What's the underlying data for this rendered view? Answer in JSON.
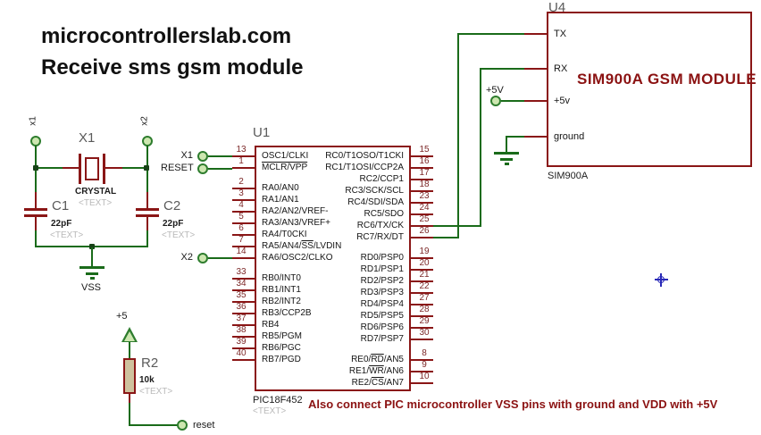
{
  "title": {
    "line1": "microcontrollerslab.com",
    "line2": "Receive sms gsm module"
  },
  "note": "Also connect PIC microcontroller VSS pins with ground and VDD with +5V",
  "colors": {
    "wire_green": "#1a6b1a",
    "component_red": "#8a1616",
    "accent_red": "#8b1212",
    "terminal_fill": "#cde7b0",
    "resistor_fill": "#cfc29e",
    "marker_blue": "#2929b8"
  },
  "u1": {
    "ref": "U1",
    "part": "PIC18F452",
    "placeholder": "<TEXT>",
    "left_pins": [
      {
        "num": "13",
        "name": "OSC1/CLKI"
      },
      {
        "num": "1",
        "name": "{MCLR/VPP}"
      },
      {
        "num": "2",
        "name": "RA0/AN0",
        "gap": true
      },
      {
        "num": "3",
        "name": "RA1/AN1"
      },
      {
        "num": "4",
        "name": "RA2/AN2/VREF-"
      },
      {
        "num": "5",
        "name": "RA3/AN3/VREF+"
      },
      {
        "num": "6",
        "name": "RA4/T0CKI"
      },
      {
        "num": "7",
        "name": "RA5/AN4/{SS}/LVDIN"
      },
      {
        "num": "14",
        "name": "RA6/OSC2/CLKO"
      },
      {
        "num": "33",
        "name": "RB0/INT0",
        "gap": true
      },
      {
        "num": "34",
        "name": "RB1/INT1"
      },
      {
        "num": "35",
        "name": "RB2/INT2"
      },
      {
        "num": "36",
        "name": "RB3/CCP2B"
      },
      {
        "num": "37",
        "name": "RB4"
      },
      {
        "num": "38",
        "name": "RB5/PGM"
      },
      {
        "num": "39",
        "name": "RB6/PGC"
      },
      {
        "num": "40",
        "name": "RB7/PGD"
      }
    ],
    "right_pins": [
      {
        "num": "15",
        "name": "RC0/T1OSO/T1CKI"
      },
      {
        "num": "16",
        "name": "RC1/T1OSI/CCP2A"
      },
      {
        "num": "17",
        "name": "RC2/CCP1"
      },
      {
        "num": "18",
        "name": "RC3/SCK/SCL"
      },
      {
        "num": "23",
        "name": "RC4/SDI/SDA"
      },
      {
        "num": "24",
        "name": "RC5/SDO"
      },
      {
        "num": "25",
        "name": "RC6/TX/CK"
      },
      {
        "num": "26",
        "name": "RC7/RX/DT"
      },
      {
        "num": "19",
        "name": "RD0/PSP0",
        "gap": true
      },
      {
        "num": "20",
        "name": "RD1/PSP1"
      },
      {
        "num": "21",
        "name": "RD2/PSP2"
      },
      {
        "num": "22",
        "name": "RD3/PSP3"
      },
      {
        "num": "27",
        "name": "RD4/PSP4"
      },
      {
        "num": "28",
        "name": "RD5/PSP5"
      },
      {
        "num": "29",
        "name": "RD6/PSP6"
      },
      {
        "num": "30",
        "name": "RD7/PSP7"
      },
      {
        "num": "8",
        "name": "RE0/{RD}/AN5",
        "gap": true
      },
      {
        "num": "9",
        "name": "RE1/{WR}/AN6"
      },
      {
        "num": "10",
        "name": "RE2/{CS}/AN7"
      }
    ]
  },
  "u4": {
    "ref": "U4",
    "name": "SIM900A GSM MODULE",
    "part": "SIM900A",
    "pins": [
      {
        "name": "TX"
      },
      {
        "name": "RX"
      },
      {
        "name": "+5v"
      },
      {
        "name": "ground"
      }
    ]
  },
  "crystal": {
    "ref": "X1",
    "value": "CRYSTAL",
    "placeholder": "<TEXT>"
  },
  "cap1": {
    "ref": "C1",
    "value": "22pF",
    "placeholder": "<TEXT>"
  },
  "cap2": {
    "ref": "C2",
    "value": "22pF",
    "placeholder": "<TEXT>"
  },
  "r2": {
    "ref": "R2",
    "value": "10k",
    "placeholder": "<TEXT>"
  },
  "labels": {
    "x1_term": "x1",
    "x2_term": "x2",
    "pin13_term": "X1",
    "pin1_term": "RESET",
    "pin14_term": "X2",
    "vss": "VSS",
    "plus5": "+5",
    "plus5v": "+5V",
    "reset_term": "reset"
  }
}
